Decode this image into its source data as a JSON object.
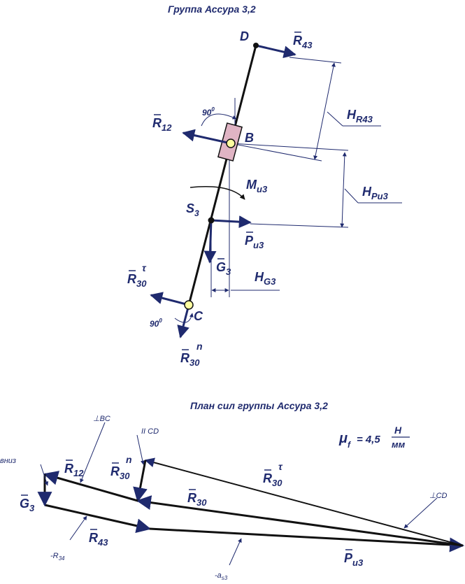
{
  "top_title": "Группа Ассура 3,2",
  "bottom_title": "План сил группы Ассура 3,2",
  "points": {
    "D": "D",
    "B": "B",
    "S3": "S",
    "S3_sub": "3",
    "C": "C"
  },
  "angles": {
    "top": "90",
    "top_sup": "0",
    "bottom": "90",
    "bottom_sup": "0"
  },
  "forces": {
    "R43": {
      "base": "R",
      "sub": "43"
    },
    "R12": {
      "base": "R",
      "sub": "12"
    },
    "Mu3": {
      "base": "M",
      "sub": "u3"
    },
    "Pu3": {
      "base": "P",
      "sub": "u3"
    },
    "G3": {
      "base": "G",
      "sub": "3"
    },
    "R30t": {
      "base": "R",
      "sub": "30",
      "sup": "τ"
    },
    "R30n": {
      "base": "R",
      "sub": "30",
      "sup": "n"
    },
    "R30": {
      "base": "R",
      "sub": "30"
    }
  },
  "heights": {
    "HR43": {
      "base": "H",
      "sub": "R43"
    },
    "HPu3": {
      "base": "H",
      "sub": "Pu3"
    },
    "HG3": {
      "base": "H",
      "sub": "G3"
    }
  },
  "plan_notes": {
    "perp_bc": "⊥BC",
    "par_cd": "II CD",
    "perp_cd": "⊥CD",
    "down": "вниз",
    "minus_r34": "-R",
    "minus_r34_sub": "34",
    "minus_as3": "-a",
    "minus_as3_sub": "s3"
  },
  "scale": {
    "mu": "μ",
    "mu_sub": "f",
    "eq": "= 4,5",
    "num": "Н",
    "den": "мм"
  },
  "colors": {
    "force": "#1f2a6e",
    "link": "#111111",
    "slider": "#e0b4c4",
    "joint": "#ffffa0"
  }
}
